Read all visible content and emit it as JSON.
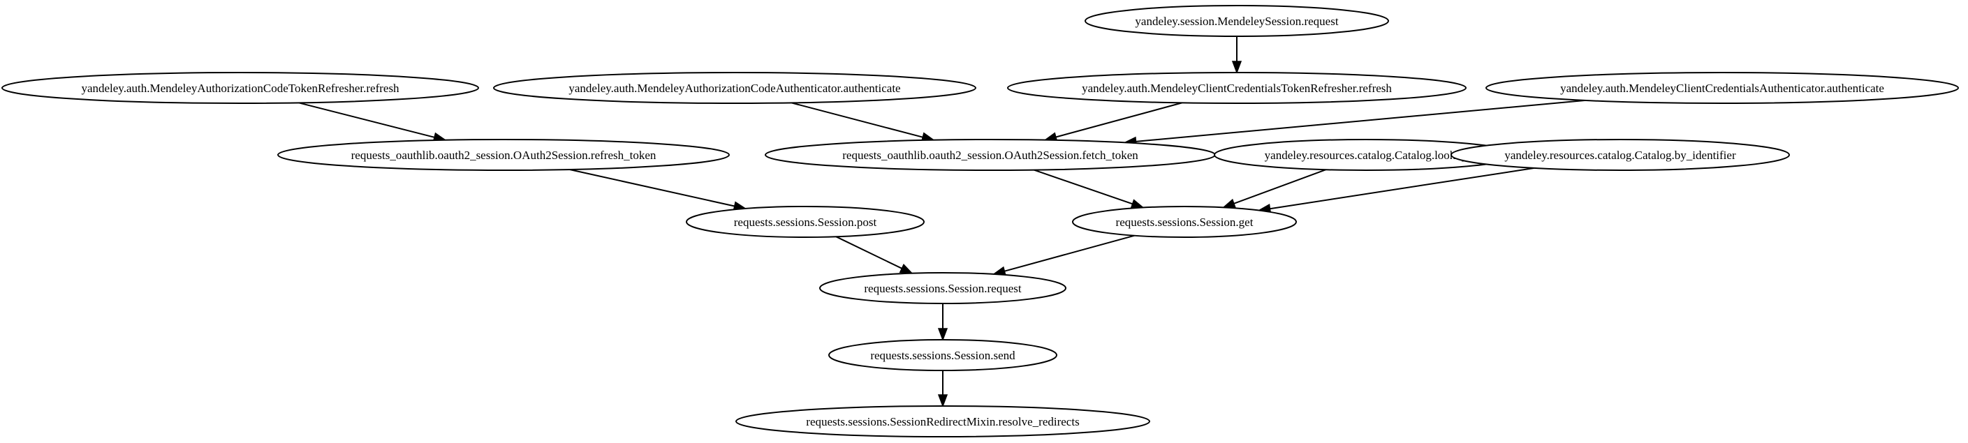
{
  "diagram": {
    "type": "directed-call-graph",
    "colors": {
      "background": "#ffffff",
      "stroke": "#000000",
      "text": "#000000"
    },
    "nodes": [
      {
        "id": "n_session_request",
        "label": "yandeley.session.MendeleySession.request"
      },
      {
        "id": "n_acode_refresher",
        "label": "yandeley.auth.MendeleyAuthorizationCodeTokenRefresher.refresh"
      },
      {
        "id": "n_acode_auth",
        "label": "yandeley.auth.MendeleyAuthorizationCodeAuthenticator.authenticate"
      },
      {
        "id": "n_cc_refresher",
        "label": "yandeley.auth.MendeleyClientCredentialsTokenRefresher.refresh"
      },
      {
        "id": "n_cc_auth",
        "label": "yandeley.auth.MendeleyClientCredentialsAuthenticator.authenticate"
      },
      {
        "id": "n_oauth_refresh",
        "label": "requests_oauthlib.oauth2_session.OAuth2Session.refresh_token"
      },
      {
        "id": "n_oauth_fetch",
        "label": "requests_oauthlib.oauth2_session.OAuth2Session.fetch_token"
      },
      {
        "id": "n_catalog_lookup",
        "label": "yandeley.resources.catalog.Catalog.lookup"
      },
      {
        "id": "n_catalog_byid",
        "label": "yandeley.resources.catalog.Catalog.by_identifier"
      },
      {
        "id": "n_req_post",
        "label": "requests.sessions.Session.post"
      },
      {
        "id": "n_req_get",
        "label": "requests.sessions.Session.get"
      },
      {
        "id": "n_req_request",
        "label": "requests.sessions.Session.request"
      },
      {
        "id": "n_req_send",
        "label": "requests.sessions.Session.send"
      },
      {
        "id": "n_req_redirects",
        "label": "requests.sessions.SessionRedirectMixin.resolve_redirects"
      }
    ],
    "edges": [
      {
        "from": "n_session_request",
        "to": "n_cc_refresher"
      },
      {
        "from": "n_acode_refresher",
        "to": "n_oauth_refresh"
      },
      {
        "from": "n_acode_auth",
        "to": "n_oauth_fetch"
      },
      {
        "from": "n_cc_refresher",
        "to": "n_oauth_fetch"
      },
      {
        "from": "n_cc_auth",
        "to": "n_oauth_fetch"
      },
      {
        "from": "n_oauth_refresh",
        "to": "n_req_post"
      },
      {
        "from": "n_oauth_fetch",
        "to": "n_req_get"
      },
      {
        "from": "n_catalog_lookup",
        "to": "n_req_get"
      },
      {
        "from": "n_catalog_byid",
        "to": "n_req_get"
      },
      {
        "from": "n_req_post",
        "to": "n_req_request"
      },
      {
        "from": "n_req_get",
        "to": "n_req_request"
      },
      {
        "from": "n_req_request",
        "to": "n_req_send"
      },
      {
        "from": "n_req_send",
        "to": "n_req_redirects"
      }
    ]
  }
}
